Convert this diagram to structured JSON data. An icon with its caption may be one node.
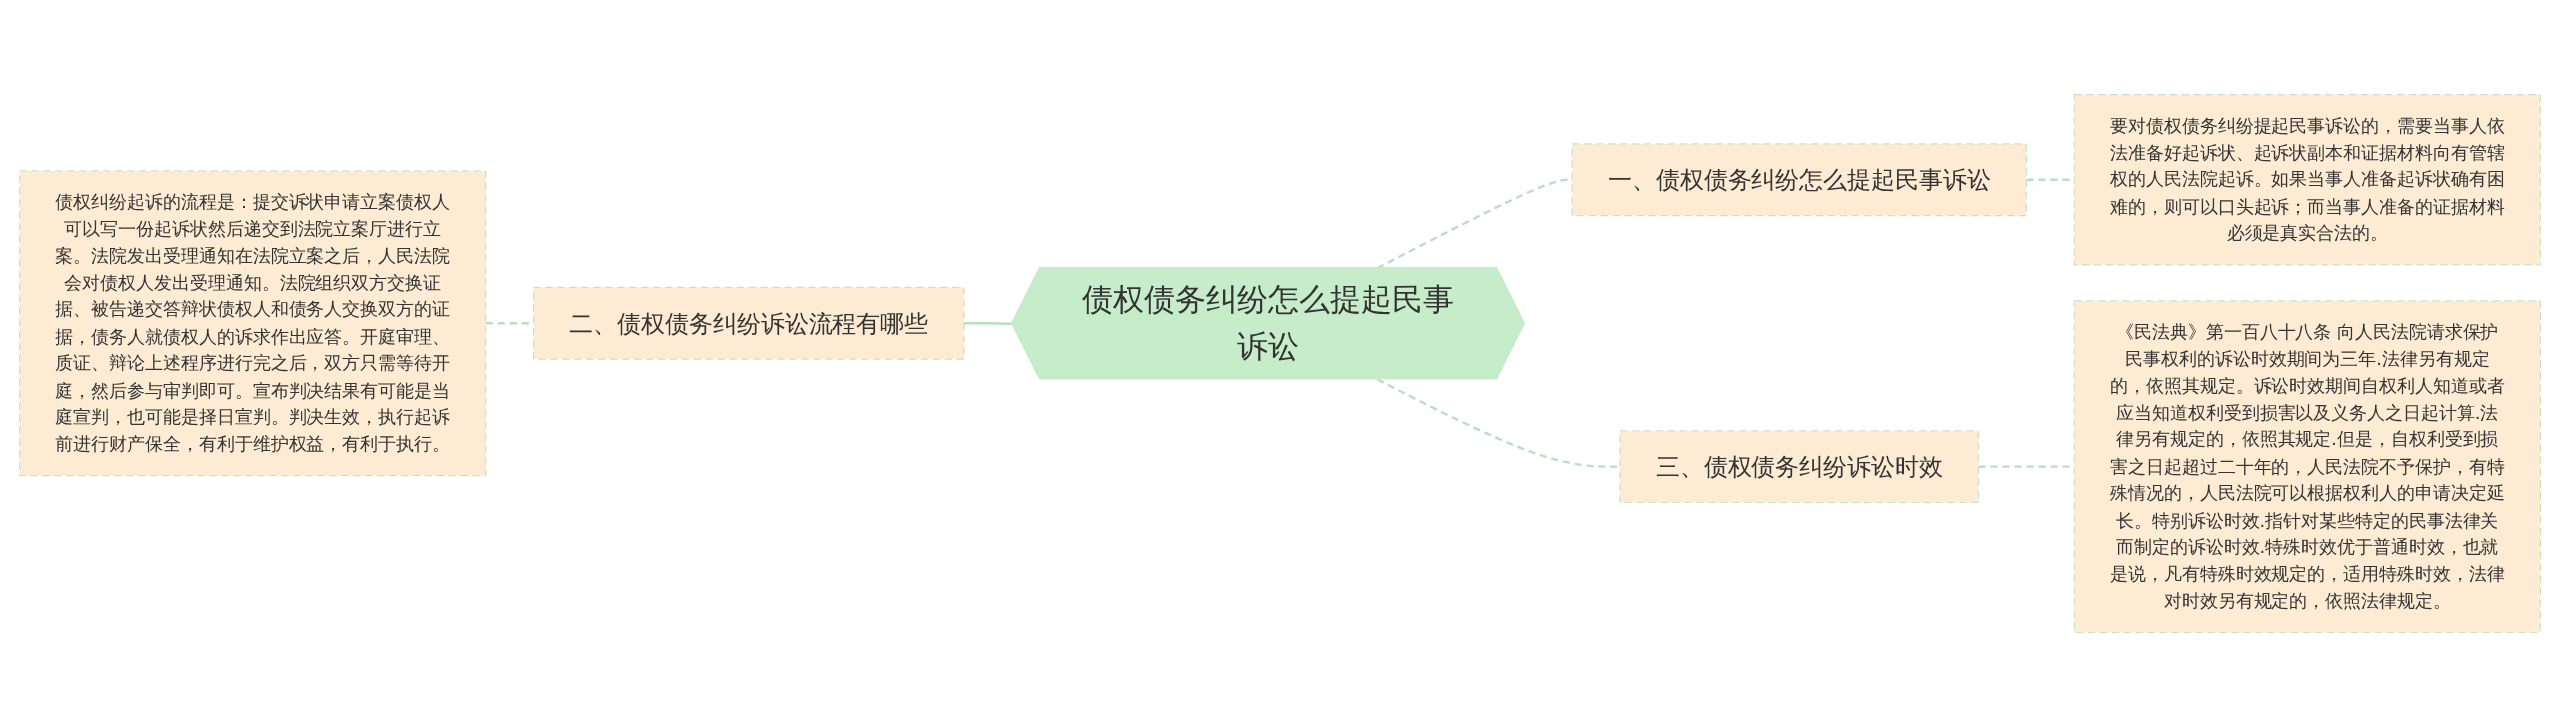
{
  "diagram": {
    "nodes": [
      {
        "text": [
          "债权债务纠纷怎么提起民事诉讼"
        ]
      },
      {
        "text": [
          "一、债权债务纠纷怎么提起民事诉讼"
        ]
      },
      {
        "text": [
          "要对债权债务纠纷提起民事诉讼的，需要当事人依法准备好起诉状、起诉状副本和证据材料向有管辖权的人民法院起诉。如果当事人准备起诉状确有困难的，则可以口头起诉；而当事人准备的证据材料必须是真实合法的。"
        ]
      },
      {
        "text": [
          "二、债权债务纠纷诉讼流程有哪些"
        ]
      },
      {
        "text": [
          "债权纠纷起诉的流程是：提交诉状申请立案债权人可以写一份起诉状然后递交到法院立案厅进行立案。法院发出受理通知在法院立案之后，人民法院会对债权人发出受理通知。法院组织双方交换证据、被告递交答辩状债权人和债务人交换双方的证据，债务人就债权人的诉求作出应答。开庭审理、质证、辩论上述程序进行完之后，双方只需等待开庭，然后参与审判即可。宣布判决结果有可能是当庭宣判，也可能是择日宣判。判决生效，执行起诉前进行财产保全，有利于维护权益，有利于执行。"
        ]
      },
      {
        "text": [
          "三、债权债务纠纷诉讼时效"
        ]
      },
      {
        "text": [
          "《民法典》第一百八十八条 向人民法院请求保护民事权利的诉讼时效期间为三年.法律另有规定的，依照其规定。诉讼时效期间自权利人知道或者应当知道权利受到损害以及义务人之日起计算.法律另有规定的，依照其规定.但是，自权利受到损害之日起超过二十年的，人民法院不予保护，有特殊情况的，人民法院可以根据权利人的申请决定延长。特别诉讼时效.指针对某些特定的民事法律关而制定的诉讼时效.特殊时效优于普通时效，也就是说，凡有特殊时效规定的，适用特殊时效，法律对时效另有规定的，依照法律规定。"
        ]
      }
    ],
    "edges": [
      {
        "from": 0,
        "to": 1,
        "arrow": "none",
        "style": "dashed"
      },
      {
        "from": 1,
        "to": 2,
        "arrow": "none",
        "style": "dashed"
      },
      {
        "from": 4,
        "to": 3,
        "arrow": "none",
        "style": "dashed"
      },
      {
        "from": 3,
        "to": 0,
        "arrow": "none"
      },
      {
        "from": 0,
        "to": 5,
        "arrow": "none",
        "style": "dashed"
      },
      {
        "from": 5,
        "to": 6,
        "arrow": "none",
        "style": "dashed"
      }
    ]
  }
}
